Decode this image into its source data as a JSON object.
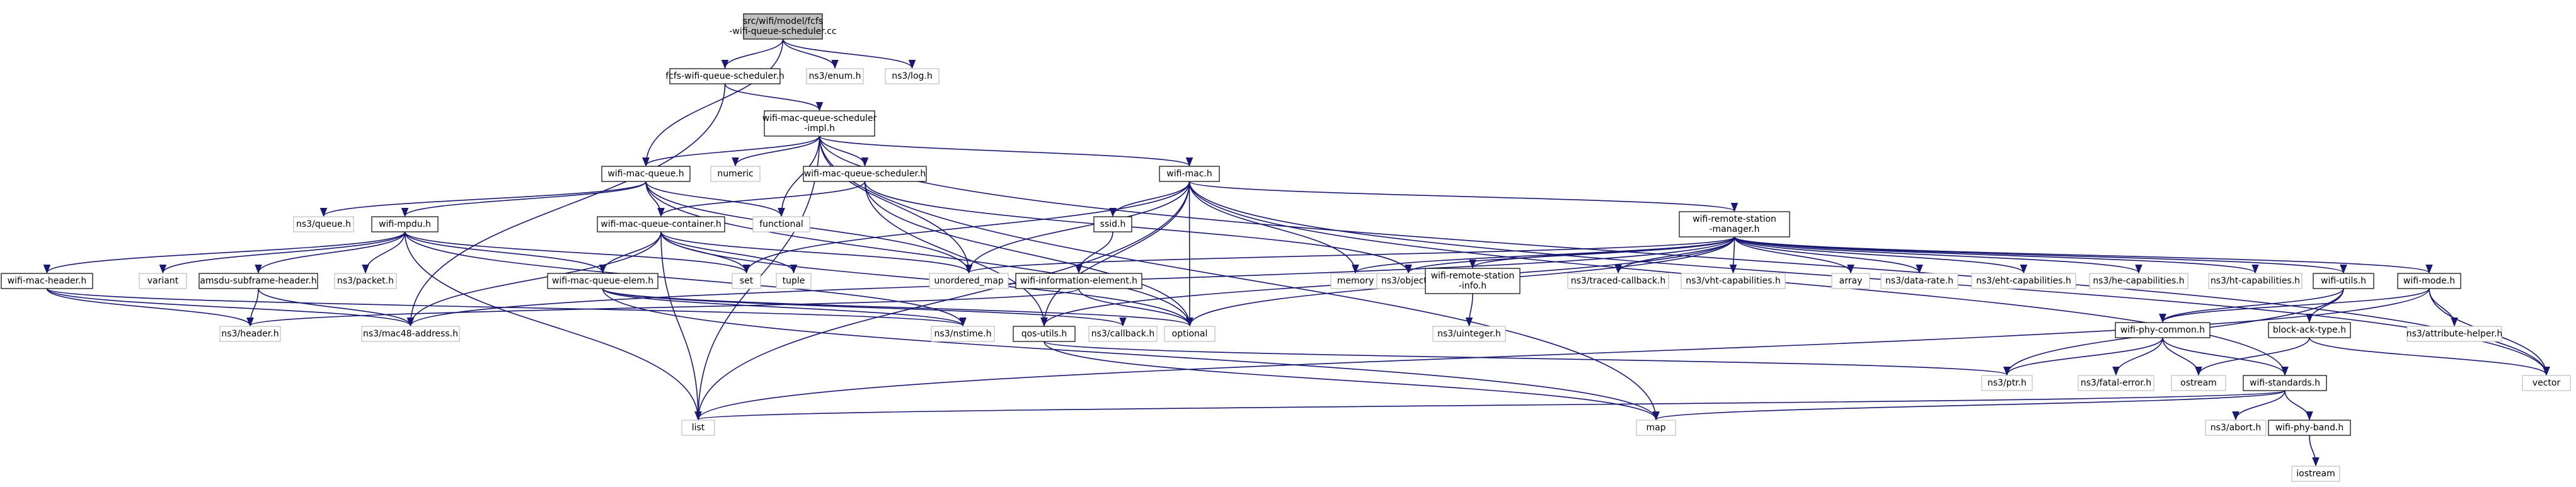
{
  "colors": {
    "edge": "#191970",
    "edge_gray": "#a9a9a9",
    "root_fill": "#bfbfbf",
    "node_fill": "#ffffff",
    "node_border": "#000000",
    "external_border": "#bfbfbf"
  },
  "nodes": {
    "root": {
      "lines": [
        "src/wifi/model/fcfs",
        "-wifi-queue-scheduler.cc"
      ],
      "style": "root"
    },
    "fcfs_h": {
      "lines": [
        "fcfs-wifi-queue-scheduler.h"
      ],
      "style": "file"
    },
    "ns3_enum": {
      "lines": [
        "ns3/enum.h"
      ],
      "style": "external"
    },
    "ns3_log": {
      "lines": [
        "ns3/log.h"
      ],
      "style": "external"
    },
    "wmqs_impl": {
      "lines": [
        "wifi-mac-queue-scheduler",
        "-impl.h"
      ],
      "style": "file"
    },
    "wifi_mac_queue": {
      "lines": [
        "wifi-mac-queue.h"
      ],
      "style": "file"
    },
    "numeric": {
      "lines": [
        "numeric"
      ],
      "style": "external"
    },
    "wmqs": {
      "lines": [
        "wifi-mac-queue-scheduler.h"
      ],
      "style": "file"
    },
    "wifi_mac": {
      "lines": [
        "wifi-mac.h"
      ],
      "style": "file"
    },
    "ns3_queue": {
      "lines": [
        "ns3/queue.h"
      ],
      "style": "external"
    },
    "wifi_mpdu": {
      "lines": [
        "wifi-mpdu.h"
      ],
      "style": "file"
    },
    "functional": {
      "lines": [
        "functional"
      ],
      "style": "external"
    },
    "wmq_container": {
      "lines": [
        "wifi-mac-queue-container.h"
      ],
      "style": "file"
    },
    "ssid": {
      "lines": [
        "ssid.h"
      ],
      "style": "file"
    },
    "wrsm": {
      "lines": [
        "wifi-remote-station",
        "-manager.h"
      ],
      "style": "file"
    },
    "wifi_mac_header": {
      "lines": [
        "wifi-mac-header.h"
      ],
      "style": "file"
    },
    "variant": {
      "lines": [
        "variant"
      ],
      "style": "external"
    },
    "amsdu": {
      "lines": [
        "amsdu-subframe-header.h"
      ],
      "style": "file"
    },
    "ns3_packet": {
      "lines": [
        "ns3/packet.h"
      ],
      "style": "external"
    },
    "wmq_elem": {
      "lines": [
        "wifi-mac-queue-elem.h"
      ],
      "style": "file"
    },
    "set": {
      "lines": [
        "set"
      ],
      "style": "external"
    },
    "tuple": {
      "lines": [
        "tuple"
      ],
      "style": "external"
    },
    "unordered_map": {
      "lines": [
        "unordered_map"
      ],
      "style": "external"
    },
    "wie": {
      "lines": [
        "wifi-information-element.h"
      ],
      "style": "file"
    },
    "memory": {
      "lines": [
        "memory"
      ],
      "style": "external"
    },
    "ns3_object": {
      "lines": [
        "ns3/object.h"
      ],
      "style": "external"
    },
    "wrsi": {
      "lines": [
        "wifi-remote-station",
        "-info.h"
      ],
      "style": "file"
    },
    "ns3_traced_callback": {
      "lines": [
        "ns3/traced-callback.h"
      ],
      "style": "external"
    },
    "ns3_vht": {
      "lines": [
        "ns3/vht-capabilities.h"
      ],
      "style": "external"
    },
    "array": {
      "lines": [
        "array"
      ],
      "style": "external"
    },
    "ns3_data_rate": {
      "lines": [
        "ns3/data-rate.h"
      ],
      "style": "external"
    },
    "ns3_eht": {
      "lines": [
        "ns3/eht-capabilities.h"
      ],
      "style": "external"
    },
    "ns3_he": {
      "lines": [
        "ns3/he-capabilities.h"
      ],
      "style": "external"
    },
    "ns3_ht": {
      "lines": [
        "ns3/ht-capabilities.h"
      ],
      "style": "external"
    },
    "wifi_utils": {
      "lines": [
        "wifi-utils.h"
      ],
      "style": "file"
    },
    "wifi_mode": {
      "lines": [
        "wifi-mode.h"
      ],
      "style": "file"
    },
    "ns3_header": {
      "lines": [
        "ns3/header.h"
      ],
      "style": "external"
    },
    "ns3_mac48": {
      "lines": [
        "ns3/mac48-address.h"
      ],
      "style": "external"
    },
    "ns3_nstime": {
      "lines": [
        "ns3/nstime.h"
      ],
      "style": "external"
    },
    "qos_utils": {
      "lines": [
        "qos-utils.h"
      ],
      "style": "file"
    },
    "ns3_callback": {
      "lines": [
        "ns3/callback.h"
      ],
      "style": "external"
    },
    "optional": {
      "lines": [
        "optional"
      ],
      "style": "external"
    },
    "ns3_uinteger": {
      "lines": [
        "ns3/uinteger.h"
      ],
      "style": "external"
    },
    "wifi_phy_common": {
      "lines": [
        "wifi-phy-common.h"
      ],
      "style": "file"
    },
    "block_ack_type": {
      "lines": [
        "block-ack-type.h"
      ],
      "style": "file"
    },
    "ns3_attribute_helper": {
      "lines": [
        "ns3/attribute-helper.h"
      ],
      "style": "external"
    },
    "vector": {
      "lines": [
        "vector"
      ],
      "style": "external"
    },
    "ns3_ptr": {
      "lines": [
        "ns3/ptr.h"
      ],
      "style": "external"
    },
    "ns3_fatal_error": {
      "lines": [
        "ns3/fatal-error.h"
      ],
      "style": "external"
    },
    "ostream": {
      "lines": [
        "ostream"
      ],
      "style": "external"
    },
    "wifi_standards": {
      "lines": [
        "wifi-standards.h"
      ],
      "style": "file"
    },
    "list": {
      "lines": [
        "list"
      ],
      "style": "external"
    },
    "map": {
      "lines": [
        "map"
      ],
      "style": "external"
    },
    "ns3_abort": {
      "lines": [
        "ns3/abort.h"
      ],
      "style": "external"
    },
    "wifi_phy_band": {
      "lines": [
        "wifi-phy-band.h"
      ],
      "style": "file"
    },
    "iostream": {
      "lines": [
        "iostream"
      ],
      "style": "external"
    }
  },
  "edges": [
    [
      "root",
      "fcfs_h"
    ],
    [
      "root",
      "ns3_enum"
    ],
    [
      "root",
      "ns3_log"
    ],
    [
      "root",
      "wifi_mac_queue"
    ],
    [
      "fcfs_h",
      "wmqs_impl"
    ],
    [
      "fcfs_h",
      "ns3_mac48"
    ],
    [
      "wmqs_impl",
      "wifi_mac_queue"
    ],
    [
      "wmqs_impl",
      "numeric"
    ],
    [
      "wmqs_impl",
      "functional"
    ],
    [
      "wmqs_impl",
      "wmqs"
    ],
    [
      "wmqs_impl",
      "wifi_mac"
    ],
    [
      "wmqs_impl",
      "list"
    ],
    [
      "wmqs_impl",
      "unordered_map"
    ],
    [
      "wmqs_impl",
      "vector"
    ],
    [
      "wmqs_impl",
      "map"
    ],
    [
      "wifi_mac_queue",
      "ns3_queue"
    ],
    [
      "wifi_mac_queue",
      "wifi_mpdu"
    ],
    [
      "wifi_mac_queue",
      "wmq_container"
    ],
    [
      "wifi_mac_queue",
      "functional"
    ],
    [
      "wifi_mac_queue",
      "unordered_map"
    ],
    [
      "wifi_mac_queue",
      "optional"
    ],
    [
      "wmqs",
      "wmq_container"
    ],
    [
      "wmqs",
      "ns3_object"
    ],
    [
      "wmqs",
      "optional"
    ],
    [
      "wmqs",
      "qos_utils"
    ],
    [
      "wifi_mac",
      "ssid"
    ],
    [
      "wifi_mac",
      "wrsm"
    ],
    [
      "wifi_mac",
      "memory"
    ],
    [
      "wifi_mac",
      "set"
    ],
    [
      "wifi_mac",
      "unordered_map"
    ],
    [
      "wifi_mac",
      "optional"
    ],
    [
      "wifi_mac",
      "qos_utils"
    ],
    [
      "wifi_mac",
      "wifi_standards"
    ],
    [
      "wifi_mac",
      "vector"
    ],
    [
      "wifi_mac",
      "list"
    ],
    [
      "wifi_mpdu",
      "wifi_mac_header"
    ],
    [
      "wifi_mpdu",
      "variant"
    ],
    [
      "wifi_mpdu",
      "amsdu"
    ],
    [
      "wifi_mpdu",
      "ns3_packet"
    ],
    [
      "wifi_mpdu",
      "wmq_elem"
    ],
    [
      "wifi_mpdu",
      "set"
    ],
    [
      "wifi_mpdu",
      "list"
    ],
    [
      "wifi_mpdu",
      "ns3_nstime"
    ],
    [
      "wmq_container",
      "wmq_elem"
    ],
    [
      "wmq_container",
      "set"
    ],
    [
      "wmq_container",
      "tuple"
    ],
    [
      "wmq_container",
      "unordered_map"
    ],
    [
      "wmq_container",
      "list"
    ],
    [
      "wmq_container",
      "ns3_mac48"
    ],
    [
      "wmq_container",
      "optional"
    ],
    [
      "wifi_mac_header",
      "ns3_header"
    ],
    [
      "wifi_mac_header",
      "ns3_mac48"
    ],
    [
      "wifi_mac_header",
      "ns3_nstime"
    ],
    [
      "amsdu",
      "ns3_header"
    ],
    [
      "amsdu",
      "ns3_mac48"
    ],
    [
      "wmq_elem",
      "ns3_nstime"
    ],
    [
      "wmq_elem",
      "ns3_callback"
    ],
    [
      "wmq_elem",
      "map"
    ],
    [
      "wmq_elem",
      "optional"
    ],
    [
      "ssid",
      "wie"
    ],
    [
      "wie",
      "ns3_header"
    ],
    [
      "wie",
      "optional"
    ],
    [
      "wrsm",
      "unordered_map"
    ],
    [
      "wrsm",
      "memory"
    ],
    [
      "wrsm",
      "ns3_object"
    ],
    [
      "wrsm",
      "wrsi"
    ],
    [
      "wrsm",
      "ns3_traced_callback"
    ],
    [
      "wrsm",
      "ns3_vht"
    ],
    [
      "wrsm",
      "array"
    ],
    [
      "wrsm",
      "ns3_data_rate"
    ],
    [
      "wrsm",
      "ns3_eht"
    ],
    [
      "wrsm",
      "ns3_he"
    ],
    [
      "wrsm",
      "ns3_ht"
    ],
    [
      "wrsm",
      "wifi_utils"
    ],
    [
      "wrsm",
      "wifi_mode"
    ],
    [
      "wrsm",
      "optional"
    ],
    [
      "wrsm",
      "qos_utils"
    ],
    [
      "wrsm",
      "ns3_mac48"
    ],
    [
      "wrsi",
      "ns3_uinteger"
    ],
    [
      "wifi_utils",
      "block_ack_type"
    ],
    [
      "wifi_utils",
      "ns3_ptr"
    ],
    [
      "wifi_utils",
      "wifi_phy_common"
    ],
    [
      "wifi_mode",
      "wifi_phy_common"
    ],
    [
      "wifi_mode",
      "ns3_attribute_helper"
    ],
    [
      "wifi_mode",
      "vector"
    ],
    [
      "wifi_mode",
      "list"
    ],
    [
      "qos_utils",
      "ns3_ptr"
    ],
    [
      "qos_utils",
      "map"
    ],
    [
      "wifi_phy_common",
      "ns3_ptr"
    ],
    [
      "wifi_phy_common",
      "ns3_fatal_error"
    ],
    [
      "wifi_phy_common",
      "ostream"
    ],
    [
      "wifi_phy_common",
      "wifi_standards"
    ],
    [
      "block_ack_type",
      "ostream"
    ],
    [
      "block_ack_type",
      "vector"
    ],
    [
      "wifi_standards",
      "list"
    ],
    [
      "wifi_standards",
      "map"
    ],
    [
      "wifi_standards",
      "ns3_abort"
    ],
    [
      "wifi_standards",
      "wifi_phy_band"
    ],
    [
      "wifi_phy_band",
      "iostream"
    ]
  ]
}
